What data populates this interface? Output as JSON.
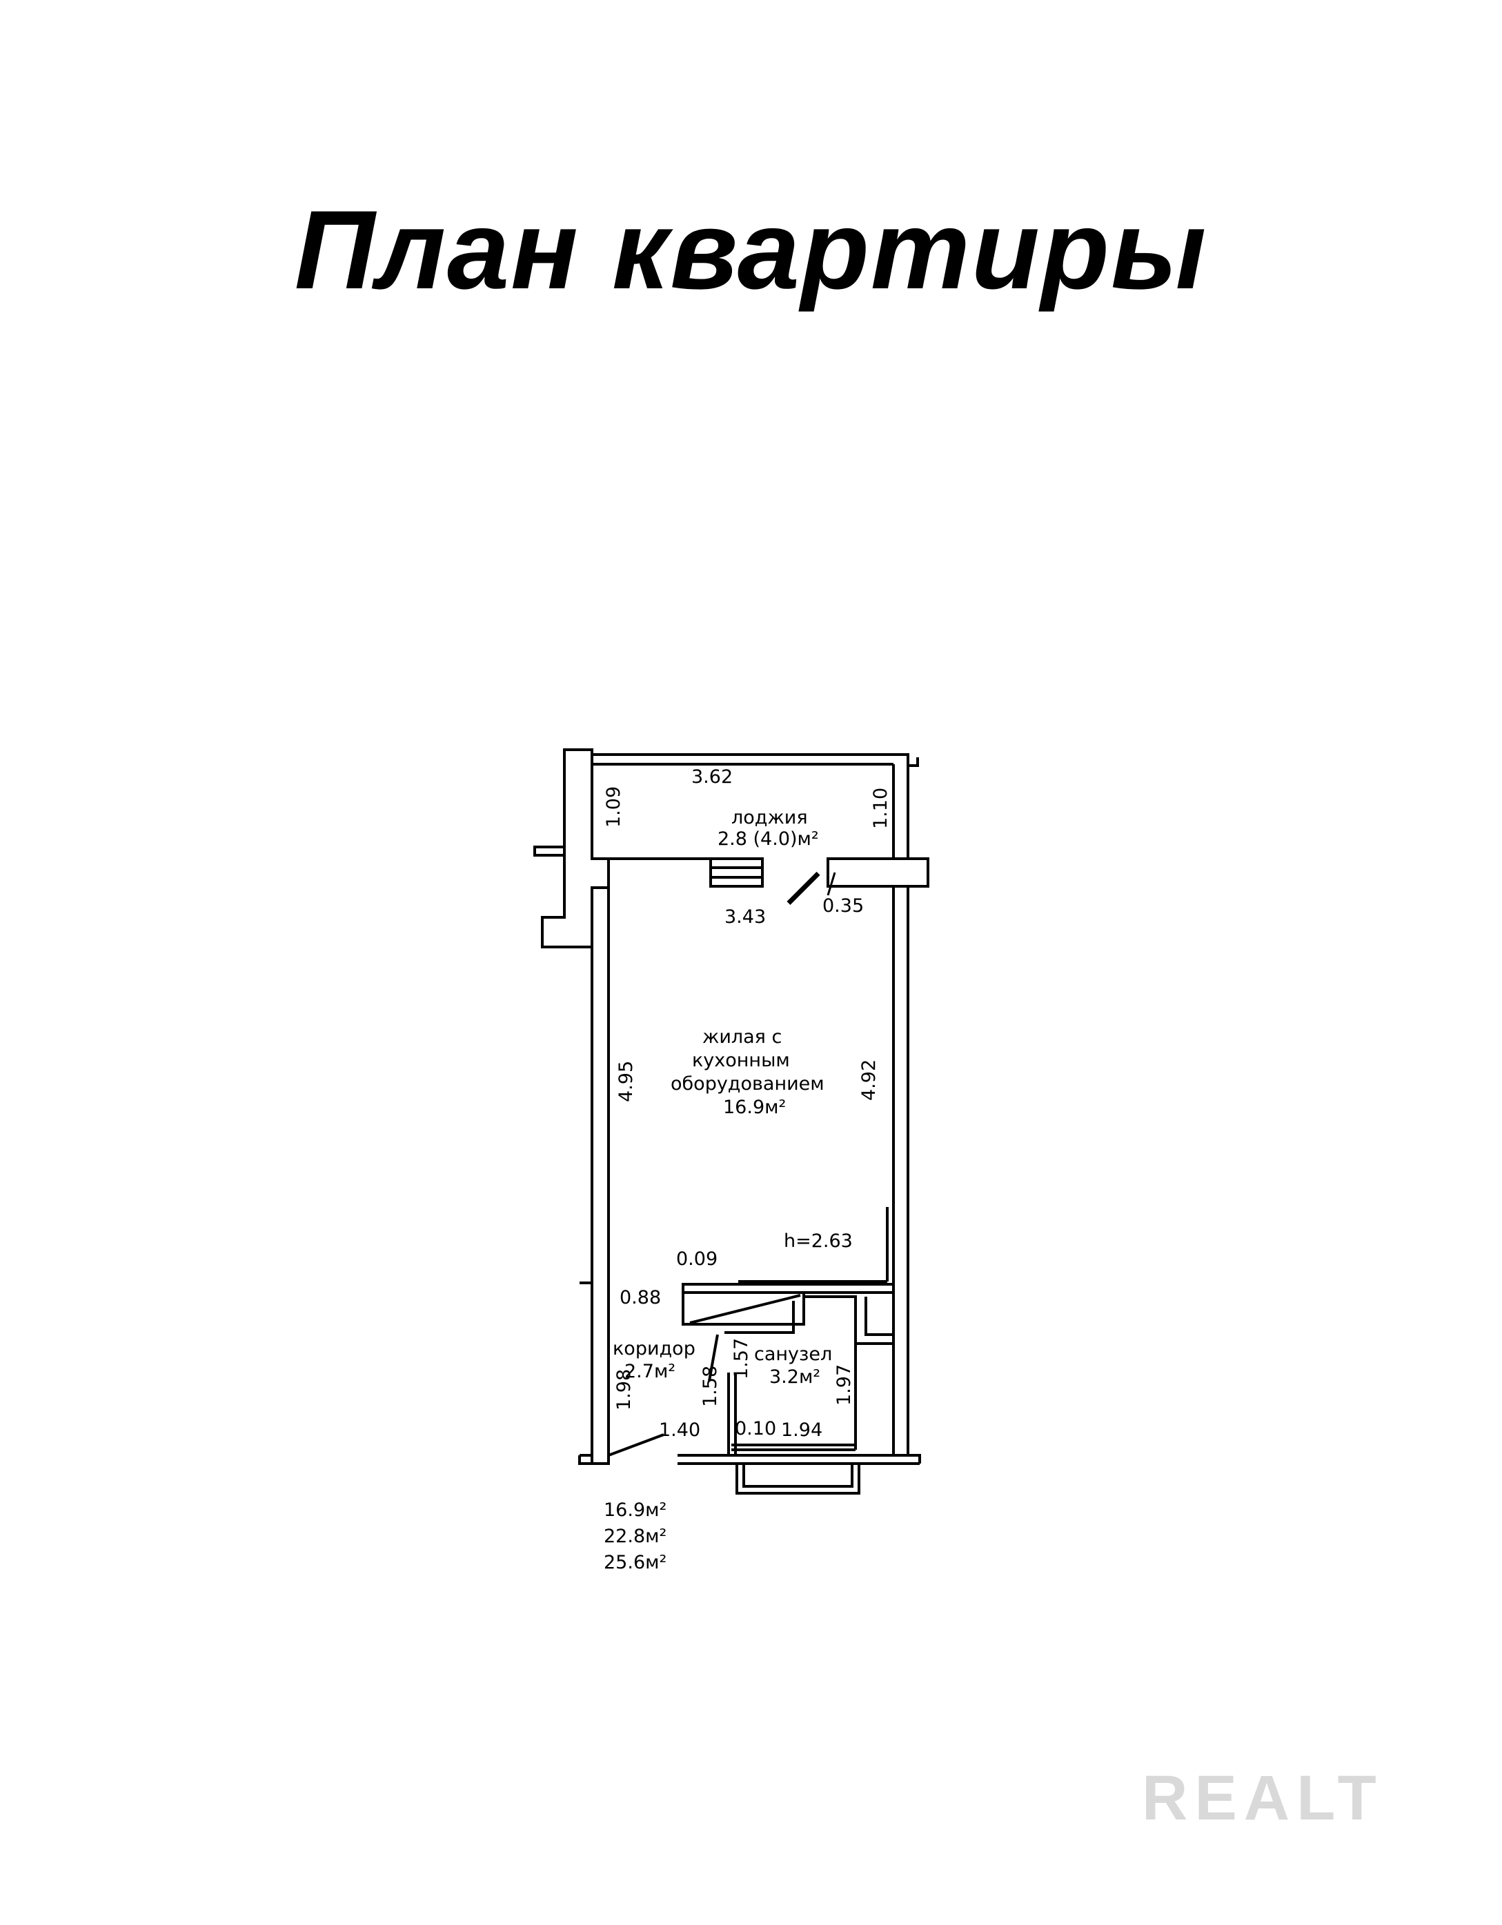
{
  "title": "План квартиры",
  "rooms": {
    "loggia": {
      "name": "лоджия",
      "area": "2.8 (4.0)м²"
    },
    "living": {
      "line1": "жилая с",
      "line2": "кухонным",
      "line3": "оборудованием",
      "area": "16.9м²"
    },
    "corridor": {
      "name": "коридор",
      "area": "2.7м²"
    },
    "bathroom": {
      "name": "санузел",
      "area": "3.2м²"
    }
  },
  "dimensions": {
    "loggia_width": "3.62",
    "loggia_left": "1.09",
    "loggia_right": "1.10",
    "door_width": "3.43",
    "wall_stub": "0.35",
    "living_left": "4.95",
    "living_right": "4.92",
    "ceiling_height": "h=2.63",
    "partition": "0.09",
    "kitchen_depth": "0.88",
    "corridor_left": "1.98",
    "corridor_bottom": "1.40",
    "corridor_right": "1.58",
    "bath_left": "1.57",
    "bath_right": "1.97",
    "bath_wall": "0.10",
    "bath_bottom": "1.94"
  },
  "totals": [
    "16.9м²",
    "22.8м²",
    "25.6м²"
  ],
  "watermark": "REALT"
}
